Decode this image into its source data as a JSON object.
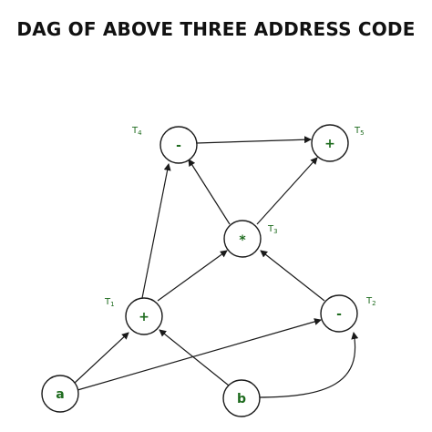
{
  "title": "DAG OF ABOVE THREE ADDRESS CODE",
  "colors": {
    "node_label": "#1e6b1e",
    "edge": "#1a1a1a",
    "title": "#111111"
  },
  "nodes": {
    "t4": {
      "label": "-",
      "tag": "T",
      "tag_sub": "4"
    },
    "t5": {
      "label": "+",
      "tag": "T",
      "tag_sub": "5"
    },
    "t3": {
      "label": "*",
      "tag": "T",
      "tag_sub": "3"
    },
    "t1": {
      "label": "+",
      "tag": "T",
      "tag_sub": "1"
    },
    "t2": {
      "label": "-",
      "tag": "T",
      "tag_sub": "2"
    },
    "a": {
      "label": "a"
    },
    "b": {
      "label": "b"
    }
  }
}
